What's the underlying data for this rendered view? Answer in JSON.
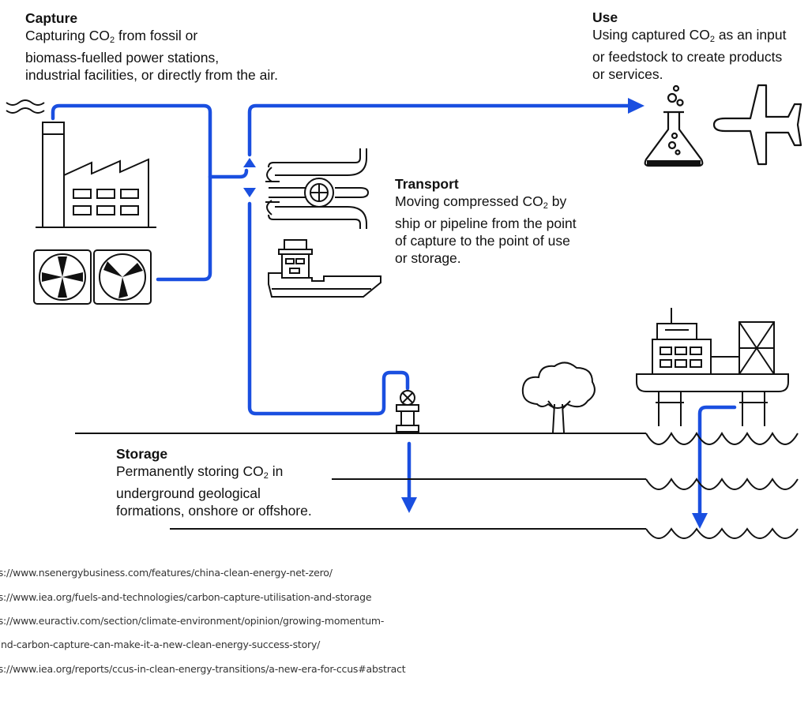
{
  "capture": {
    "title": "Capture",
    "line1_pre": "Capturing CO",
    "line1_sub": "2",
    "line1_post": " from fossil or",
    "line2": "biomass-fuelled power stations,",
    "line3": "industrial facilities, or directly from the air."
  },
  "use": {
    "title": "Use",
    "line1_pre": "Using captured CO",
    "line1_sub": "2",
    "line1_post": " as an input",
    "line2": "or feedstock to create products",
    "line3": "or services."
  },
  "transport": {
    "title": "Transport",
    "line1_pre": "Moving compressed CO",
    "line1_sub": "2",
    "line1_post": " by",
    "line2": "ship or pipeline from the point",
    "line3": "of capture to the point of use",
    "line4": "or storage."
  },
  "storage": {
    "title": "Storage",
    "line1_pre": "Permanently storing CO",
    "line1_sub": "2",
    "line1_post": " in",
    "line2": "underground geological",
    "line3": "formations, onshore or offshore."
  },
  "colors": {
    "flow": "#1a4fe0",
    "ink": "#111111"
  },
  "icons": [
    "factory-icon",
    "fan-icon",
    "pipeline-icon",
    "valve-icon",
    "ship-icon",
    "flask-icon",
    "airplane-icon",
    "wellhead-icon",
    "tree-icon",
    "offshore-platform-icon",
    "wave-icon"
  ],
  "references": [
    "ps://www.nsenergybusiness.com/features/china-clean-energy-net-zero/",
    "ps://www.iea.org/fuels-and-technologies/carbon-capture-utilisation-and-storage",
    "ps://www.euractiv.com/section/climate-environment/opinion/growing-momentum-",
    "hind-carbon-capture-can-make-it-a-new-clean-energy-success-story/",
    "ps://www.iea.org/reports/ccus-in-clean-energy-transitions/a-new-era-for-ccus#abstract"
  ]
}
